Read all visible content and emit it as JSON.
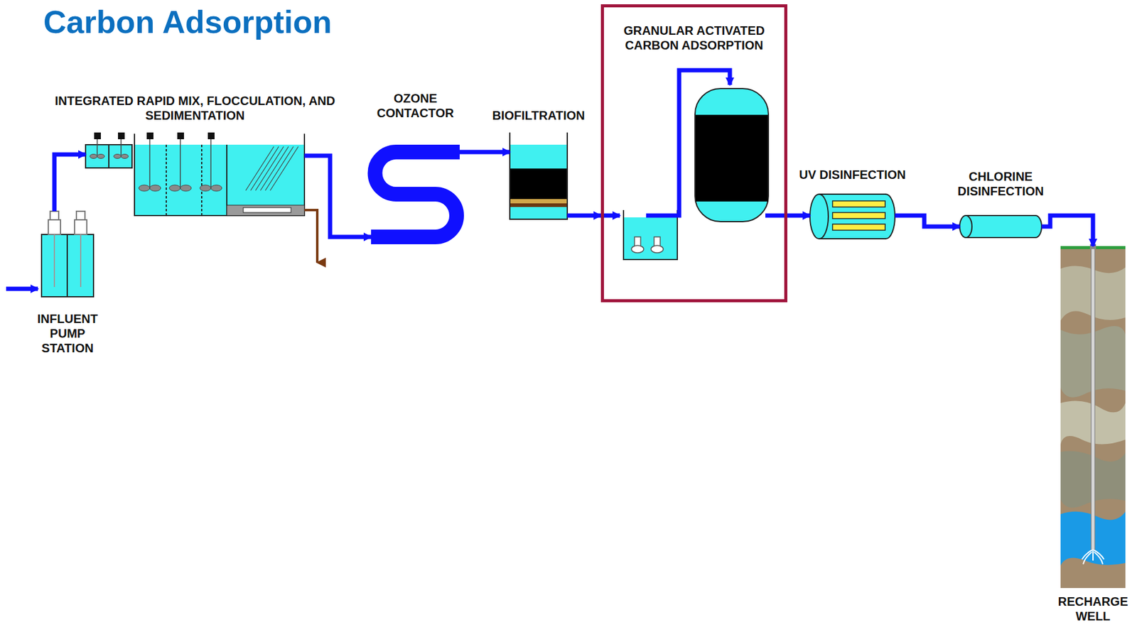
{
  "diagram": {
    "title": "Carbon Adsorption",
    "nodes": [
      {
        "text": [
          "INFLUENT PUMP STATION"
        ]
      },
      {
        "text": [
          "INTEGRATED RAPID MIX, FLOCCULATION, AND SEDIMENTATION"
        ]
      },
      {
        "text": [
          "OZONE CONTACTOR"
        ]
      },
      {
        "text": [
          "BIOFILTRATION"
        ]
      },
      {
        "text": [
          "GRANULAR ACTIVATED CARBON ADSORPTION"
        ]
      },
      {
        "text": [
          "UV DISINFECTION"
        ]
      },
      {
        "text": [
          "CHLORINE DISINFECTION"
        ]
      },
      {
        "text": [
          "RECHARGE WELL"
        ]
      }
    ],
    "edges": [
      {
        "from": 0,
        "to": 1,
        "arrow": "to"
      },
      {
        "from": 1,
        "to": 2,
        "arrow": "to"
      },
      {
        "from": 2,
        "to": 3,
        "arrow": "to"
      },
      {
        "from": 3,
        "to": 4,
        "arrow": "to"
      },
      {
        "from": 4,
        "to": 5,
        "arrow": "to"
      },
      {
        "from": 5,
        "to": 6,
        "arrow": "to"
      },
      {
        "from": 6,
        "to": 7,
        "arrow": "to"
      }
    ]
  }
}
